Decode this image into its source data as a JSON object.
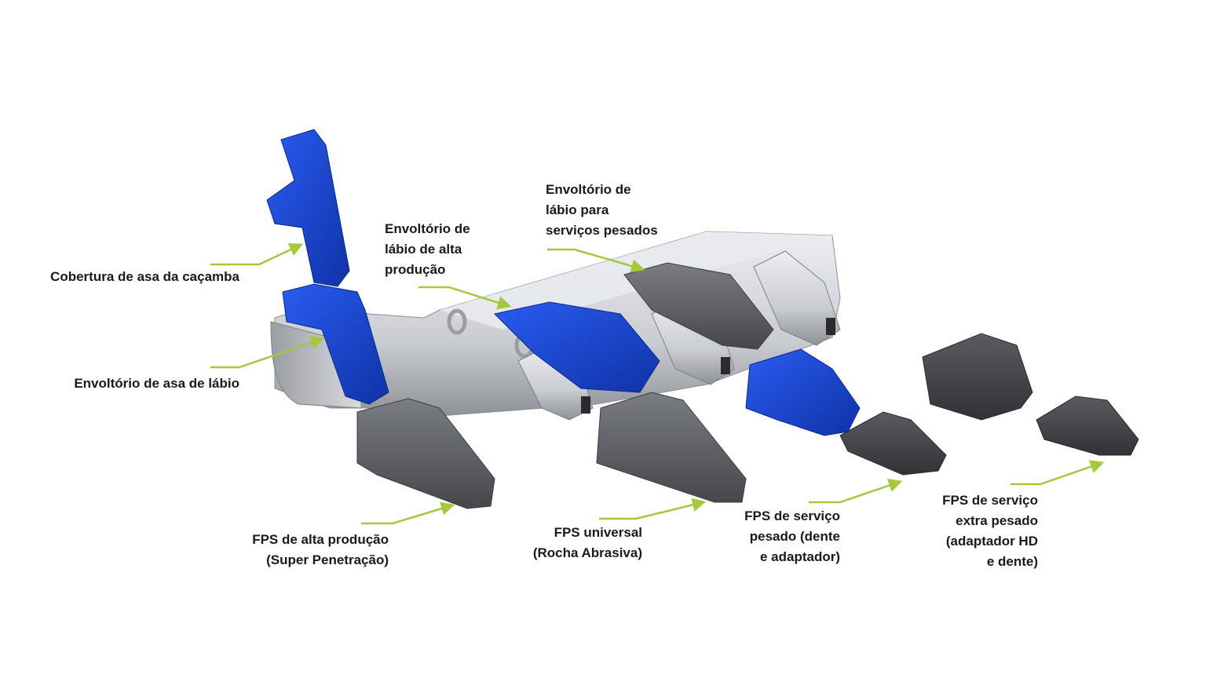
{
  "colors": {
    "accent_arrow": "#a6c83c",
    "part_blue": "#1747d6",
    "part_blue_dark": "#0d2f9e",
    "steel_light": "#d4d6da",
    "steel_mid": "#a9acb1",
    "cast_dark": "#55585d",
    "cast_darker": "#3b3d41"
  },
  "labels": {
    "bucket_wing_cover": "Cobertura de asa da caçamba",
    "lip_wing_shroud": "Envoltório de asa de lábio",
    "high_production_lip_shroud": "Envoltório de\nlábio de alta\nprodução",
    "heavy_duty_lip_shroud": "Envoltório de\nlábio para\nserviços pesados",
    "fps_high_production": "FPS de alta produção\n(Super Penetração)",
    "fps_universal": "FPS universal\n(Rocha Abrasiva)",
    "fps_heavy_duty": "FPS de serviço\npesado (dente\ne adaptador)",
    "fps_extra_heavy_duty": "FPS de serviço\nextra pesado\n(adaptador HD\ne dente)"
  },
  "icons": {
    "arrow": "arrow-icon"
  }
}
